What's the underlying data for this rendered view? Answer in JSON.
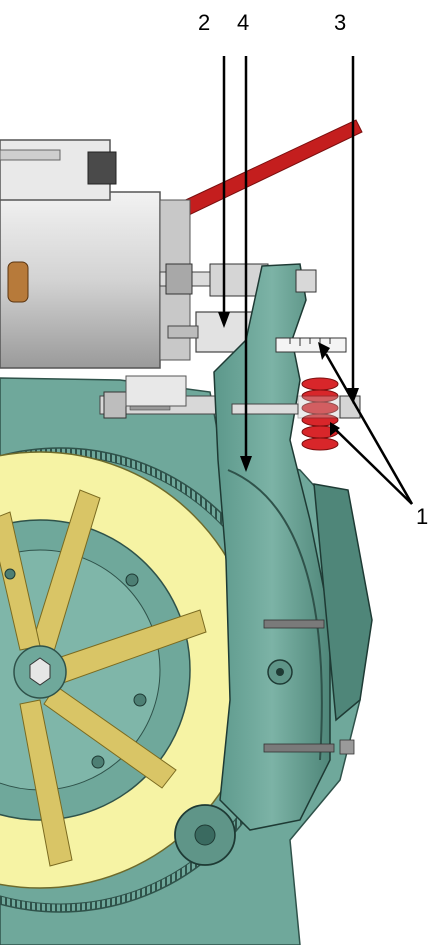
{
  "callouts": {
    "label_1": "1",
    "label_2": "2",
    "label_3": "3",
    "label_4": "4"
  },
  "colors": {
    "machine_teal": "#6fa89b",
    "machine_teal_dark": "#3f6e64",
    "motor_grey": "#d8d8d8",
    "sheave_yellow": "#f6f3a4",
    "spoke_gold": "#d9c566",
    "spring_red": "#d8262a",
    "cable_red": "#c41e1e",
    "arrow_black": "#000000"
  },
  "icons": [
    "brake-spring",
    "brake-arm",
    "electromagnet",
    "adjusting-bolt",
    "traction-sheave",
    "motor-housing"
  ]
}
